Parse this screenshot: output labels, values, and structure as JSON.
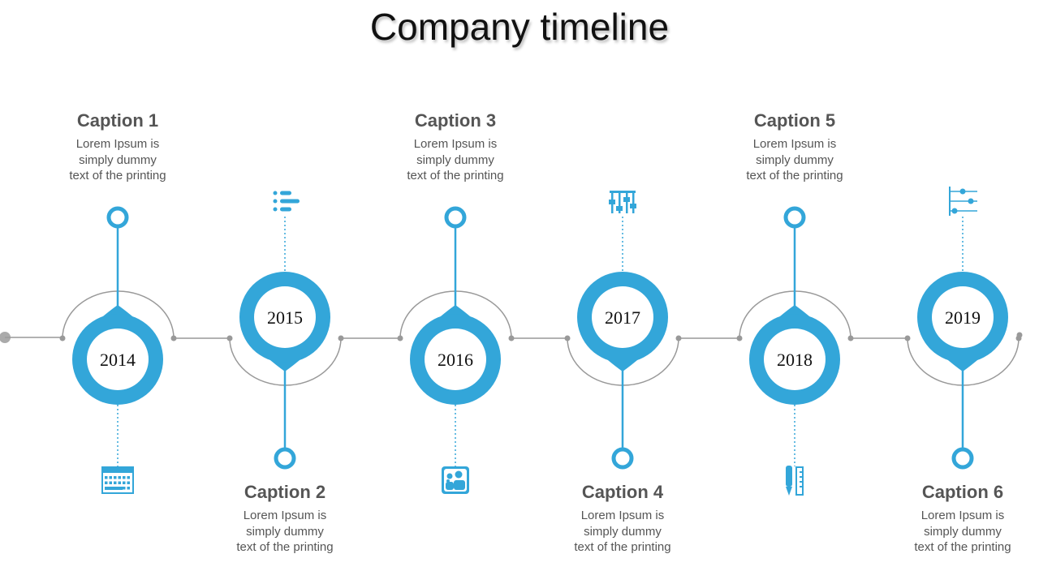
{
  "title": "Company timeline",
  "colors": {
    "accent": "#33a6d9",
    "connector": "#999999",
    "text": "#555555"
  },
  "milestones": [
    {
      "year": "2014",
      "caption": "Caption 1",
      "body": [
        "Lorem Ipsum is",
        "simply dummy",
        "text of the printing"
      ],
      "icon": "calendar-icon"
    },
    {
      "year": "2015",
      "caption": "Caption 2",
      "body": [
        "Lorem Ipsum is",
        "simply dummy",
        "text of the printing"
      ],
      "icon": "list-icon"
    },
    {
      "year": "2016",
      "caption": "Caption 3",
      "body": [
        "Lorem Ipsum is",
        "simply dummy",
        "text of the printing"
      ],
      "icon": "team-icon"
    },
    {
      "year": "2017",
      "caption": "Caption 4",
      "body": [
        "Lorem Ipsum is",
        "simply dummy",
        "text of the printing"
      ],
      "icon": "sliders-icon"
    },
    {
      "year": "2018",
      "caption": "Caption 5",
      "body": [
        "Lorem Ipsum is",
        "simply dummy",
        "text of the printing"
      ],
      "icon": "pen-ruler-icon"
    },
    {
      "year": "2019",
      "caption": "Caption 6",
      "body": [
        "Lorem Ipsum is",
        "simply dummy",
        "text of the printing"
      ],
      "icon": "settings-icon"
    }
  ]
}
